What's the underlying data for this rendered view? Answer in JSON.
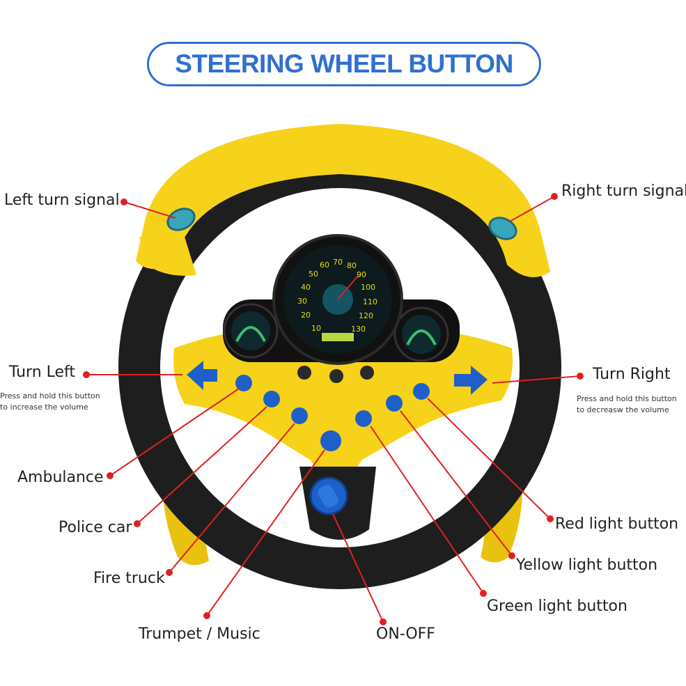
{
  "title": "STEERING WHEEL BUTTON",
  "labels": {
    "left_turn_signal": "Left turn signal",
    "right_turn_signal": "Right turn signal",
    "turn_left": "Turn Left",
    "turn_left_hint_1": "Press and hold this button",
    "turn_left_hint_2": "to increase the volume",
    "turn_right": "Turn Right",
    "turn_right_hint_1": "Press and hold this button",
    "turn_right_hint_2": "to decreasw the volume",
    "ambulance": "Ambulance",
    "police_car": "Police car",
    "fire_truck": "Fire truck",
    "trumpet_music": "Trumpet / Music",
    "on_off": "ON-OFF",
    "red_light_button": "Red light button",
    "yellow_light_button": "Yellow light button",
    "green_light_button": "Green light button"
  },
  "speedometer": {
    "ticks": [
      "10",
      "20",
      "30",
      "40",
      "50",
      "60",
      "70",
      "80",
      "90",
      "100",
      "110",
      "120",
      "130"
    ]
  },
  "colors": {
    "accent_blue": "#2f6fd0",
    "callout_red": "#e02020",
    "wheel_yellow": "#f6d21a",
    "wheel_black": "#1e1e1e",
    "button_blue": "#1f5fc8"
  }
}
